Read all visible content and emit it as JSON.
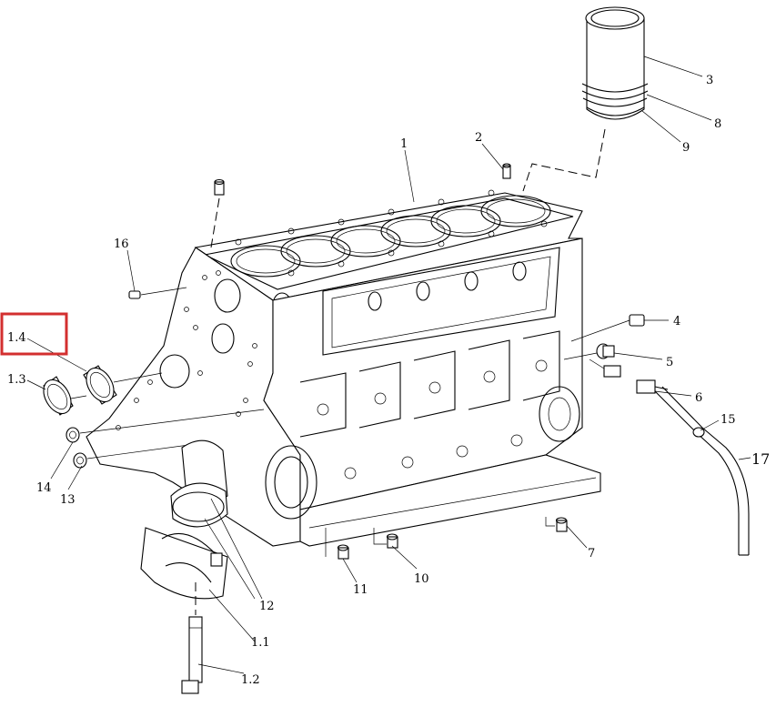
{
  "diagram": {
    "callouts": {
      "c1": "1",
      "c2": "2",
      "c3": "3",
      "c4": "4",
      "c5": "5",
      "c6": "6",
      "c7": "7",
      "c8": "8",
      "c9": "9",
      "c10": "10",
      "c11": "11",
      "c12": "12",
      "c13": "13",
      "c14": "14",
      "c15": "15",
      "c16": "16",
      "c17": "17",
      "c1_1": "1.1",
      "c1_2": "1.2",
      "c1_3": "1.3",
      "c1_4": "1.4"
    },
    "highlighted_callout": "1.4",
    "highlight_color": "#d32f2f"
  }
}
